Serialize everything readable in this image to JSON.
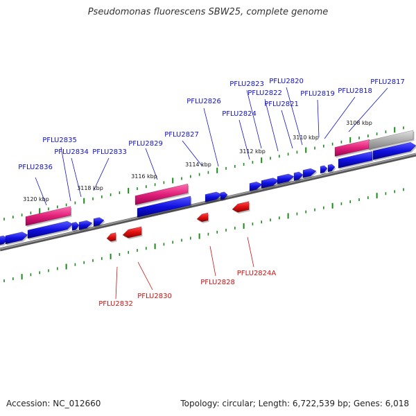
{
  "title": "Pseudomonas fluorescens SBW25, complete genome",
  "footer": {
    "accession": "Accession: NC_012660",
    "summary": "Topology: circular; Length: 6,722,539 bp; Genes: 6,018"
  },
  "colors": {
    "forward_gene": "#1010e0",
    "reverse_gene": "#e01010",
    "pseudo_gene": "#e0207a",
    "grey_gene": "#b0b0b0",
    "scale_tick": "#1a8a1a",
    "genome_line": "#808080",
    "forward_label": "#1010c8",
    "reverse_label": "#d01010"
  },
  "scale_labels": [
    "3120 kbp",
    "3118 kbp",
    "3116 kbp",
    "3114 kbp",
    "3112 kbp",
    "3110 kbp",
    "3108 kbp"
  ],
  "forward_labels": [
    "PFLU2836",
    "PFLU2835",
    "PFLU2834",
    "PFLU2833",
    "PFLU2829",
    "PFLU2827",
    "PFLU2826",
    "PFLU2824",
    "PFLU2823",
    "PFLU2822",
    "PFLU2821",
    "PFLU2820",
    "PFLU2819",
    "PFLU2818",
    "PFLU2817"
  ],
  "reverse_labels": [
    "PFLU2832",
    "PFLU2830",
    "PFLU2828",
    "PFLU2824A"
  ]
}
